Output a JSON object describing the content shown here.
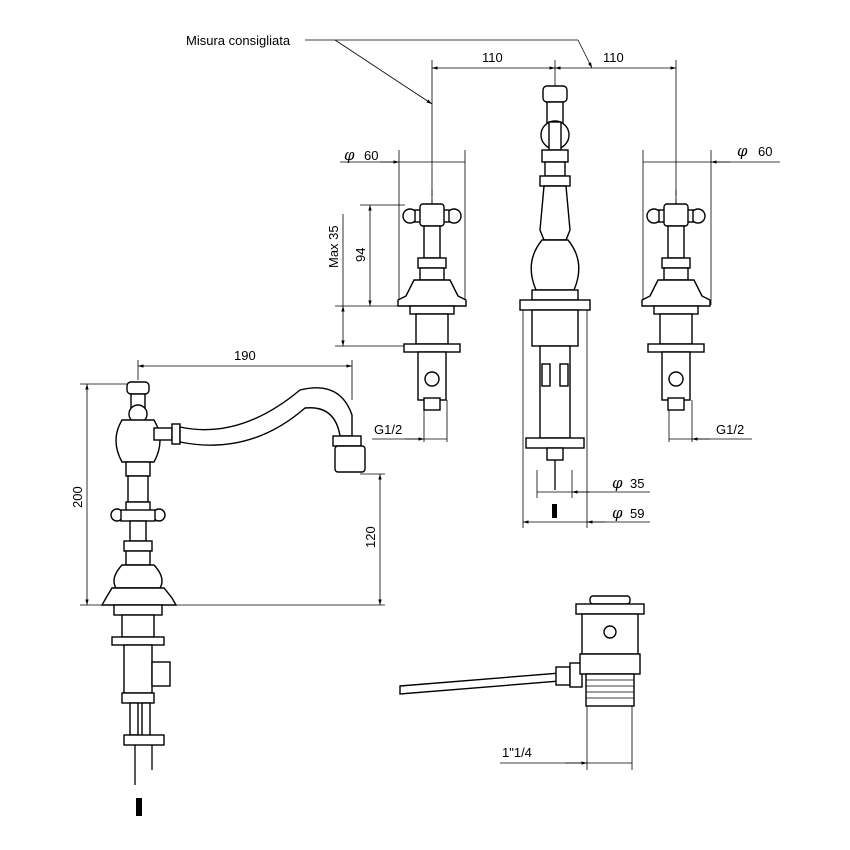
{
  "labels": {
    "recommended": "Misura consigliata",
    "spacing_left": "110",
    "spacing_right": "110",
    "phi_symbol": "φ",
    "valve_diameter_left": "60",
    "valve_diameter_right": "60",
    "max_label": "Max 35",
    "valve_height": "94",
    "thread_left": "G1/2",
    "thread_right": "G1/2",
    "spout_reach": "190",
    "total_height": "200",
    "spout_height": "120",
    "hole_diameter": "35",
    "base_diameter": "59",
    "waste_thread": "1\"1/4"
  }
}
